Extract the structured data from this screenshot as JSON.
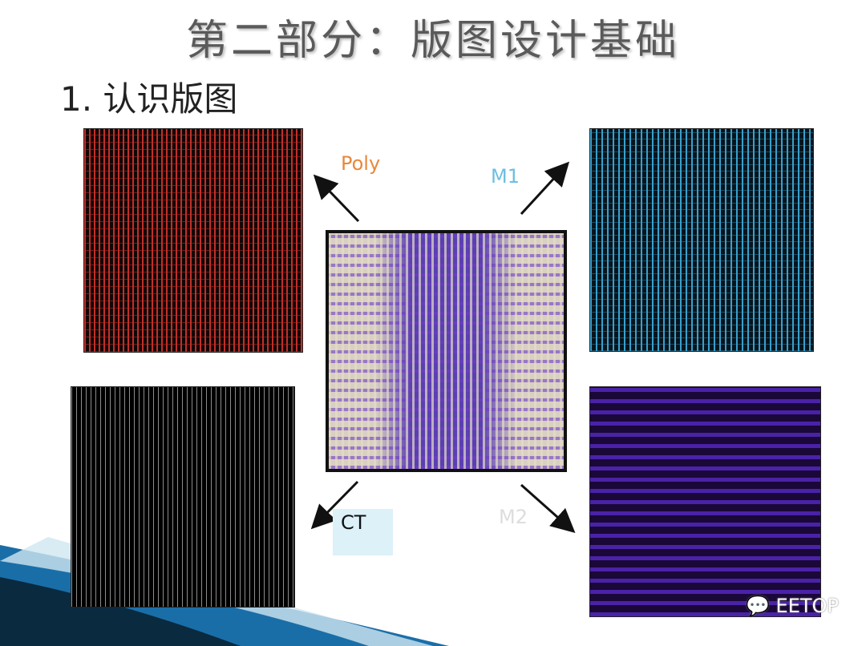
{
  "slide": {
    "title": "第二部分：版图设计基础",
    "subtitle": "1. 认识版图",
    "labels": {
      "poly": "Poly",
      "m1": "M1",
      "ct": "CT",
      "m2": "M2"
    },
    "watermark": "EETOP",
    "colors": {
      "poly": "#e8883a",
      "m1": "#6bbfe0",
      "ct_box": "#dcf1f8"
    }
  }
}
